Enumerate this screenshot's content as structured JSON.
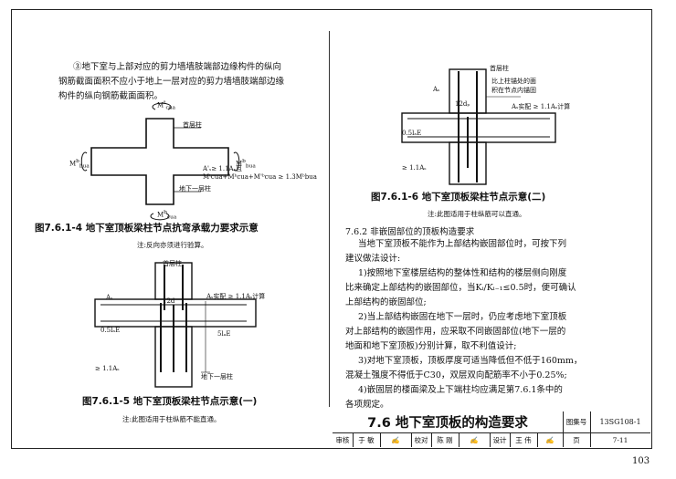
{
  "left": {
    "para": [
      "③地下室与上部对应的剪力墙墙肢端部边缘构件的纵向",
      "钢筋截面面积不应小于地上一层对应的剪力墙墙肢端部边缘",
      "构件的纵向钢筋截面面积。"
    ],
    "fig4": {
      "m_top": "M",
      "m_top_sup": "t",
      "m_top_sub": "cua",
      "m_left": "M",
      "m_left_sup": "b",
      "m_left_sub": "bua",
      "m_right": "M",
      "m_right_sup": "b",
      "m_right_sub": "bua",
      "m_bottom": "M",
      "m_bottom_sup": "b",
      "m_bottom_sub": "cua",
      "label_top": "首层柱",
      "label_bottom": "地下一层柱",
      "cond1": "A'ₛ≥ 1.1Aₛ且",
      "cond2": "Mᵗcua+Mᵇcua+M'ᵇcua ≥ 1.3Mᵇbua",
      "caption": "图7.6.1-4 地下室顶板梁柱节点抗弯承载力要求示意",
      "note": "注:反向亦须进行验算。"
    },
    "fig5": {
      "label_top": "首层柱",
      "label_bottom": "地下一层柱",
      "as_label": "Aₛ",
      "dim_12d": "12d",
      "dim_05": "0.5lₐE",
      "dim_5": "5lₐE",
      "rebar_note": "Aₛ实配 ≥ 1.1Aₛ计算",
      "label_ge": "≥ 1.1Aₛ",
      "caption": "图7.6.1-5 地下室顶板梁柱节点示意(一)",
      "note": "注:此图适用于柱纵筋不能直通。"
    }
  },
  "right": {
    "fig6": {
      "label_top": "首层柱",
      "as_label": "Aₛ",
      "dim_12d": "12dₚ",
      "dim_05": "0.5lₐE",
      "rebar_anchor1": "比上柱锚处的面",
      "rebar_anchor2": "积在节点内锚固",
      "rebar_note": "Aₛ实配 ≥ 1.1Aₛ计算",
      "label_ge": "≥ 1.1Aₛ",
      "caption": "图7.6.1-6 地下室顶板梁柱节点示意(二)",
      "note": "注:此图适用于柱纵筋可以直通。"
    },
    "section_title": "7.6.2 非嵌固部位的顶板构造要求",
    "body": [
      "当地下室顶板不能作为上部结构嵌固部位时，可按下列",
      "建议做法设计:",
      "1)按照地下室楼层结构的整体性和结构的楼层侧向刚度",
      "比来确定上部结构的嵌固部位，当Kᵢ/Kᵢ₋₁≤0.5时，便可确认",
      "上部结构的嵌固部位;",
      "2)当上部结构嵌固在地下一层时，仍应考虑地下室顶板",
      "对上部结构的嵌固作用，应采取不同嵌固部位(地下一层的",
      "地面和地下室顶板)分别计算，取不利值设计;",
      "3)对地下室顶板，顶板厚度可适当降低但不低于160mm，",
      "混凝土强度不得低于C30，双层双向配筋率不小于0.25%;",
      "4)嵌固层的楼面梁及上下端柱均应满足第7.6.1条中的",
      "各项规定。"
    ]
  },
  "titleblock": {
    "title": "7.6  地下室顶板的构造要求",
    "atlas_label": "图集号",
    "atlas_no": "13SG108-1",
    "review_label": "审核",
    "reviewer": "于 敏",
    "check_label": "校对",
    "checker": "陈 刚",
    "design_label": "设计",
    "designer": "王 伟",
    "page_label": "页",
    "page_value": "7-11"
  },
  "page_number": "103"
}
